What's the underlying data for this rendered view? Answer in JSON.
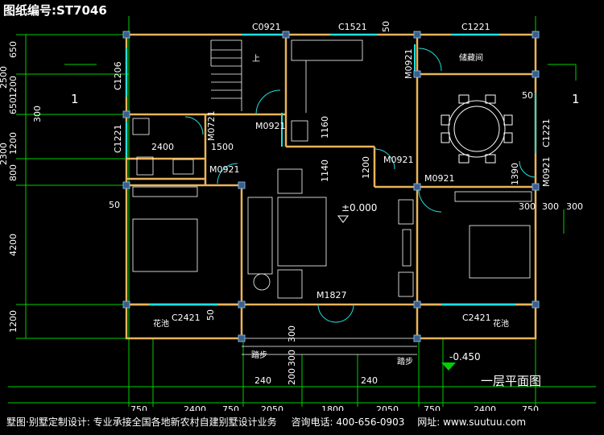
{
  "drawing_no": "图纸编号:ST7046",
  "plan_title": "一层平面图",
  "footer": {
    "company": "墅图·别墅定制设计: 专业承接全国各地新农村自建别墅设计业务",
    "phone_label": "咨询电话:",
    "phone": "400-656-0903",
    "site_label": "网址:",
    "site": "www.suutuu.com"
  },
  "windows": {
    "c0921": "C0921",
    "c1521": "C1521",
    "c1221_top": "C1221",
    "c1206": "C1206",
    "c1221_left": "C1221",
    "c1221_right": "C1221",
    "c2421_left": "C2421",
    "c2421_right": "C2421"
  },
  "doors": {
    "m0921_kitchen": "M0921",
    "m0921_top_right": "M0921",
    "m0721": "M0721",
    "m0921_bath": "M0921",
    "m0921_center": "M0921",
    "m0921_bed_right": "M0921",
    "m0921_side": "M0921",
    "m1827": "M1827"
  },
  "rooms": {
    "dining": "储藏间",
    "planter_left": "花池",
    "planter_right": "花池",
    "step_left": "踏步",
    "step_right": "踏步",
    "up": "上",
    "floor_level": "±0.000",
    "outside_level": "-0.450"
  },
  "grid_labels": {
    "left_axis": "1",
    "right_axis": "1"
  },
  "dims": {
    "left": [
      "650",
      "1200",
      "650",
      "2500",
      "300",
      "1200",
      "800",
      "2300",
      "4200",
      "1200"
    ],
    "bottom": [
      "750",
      "2400",
      "750",
      "2050",
      "1800",
      "2050",
      "750",
      "2400",
      "750"
    ],
    "interior": [
      "2400",
      "1500",
      "1160",
      "1140",
      "1200",
      "1390",
      "300",
      "300",
      "300",
      "50",
      "50",
      "50",
      "50",
      "300",
      "200",
      "240",
      "240",
      "300"
    ]
  }
}
